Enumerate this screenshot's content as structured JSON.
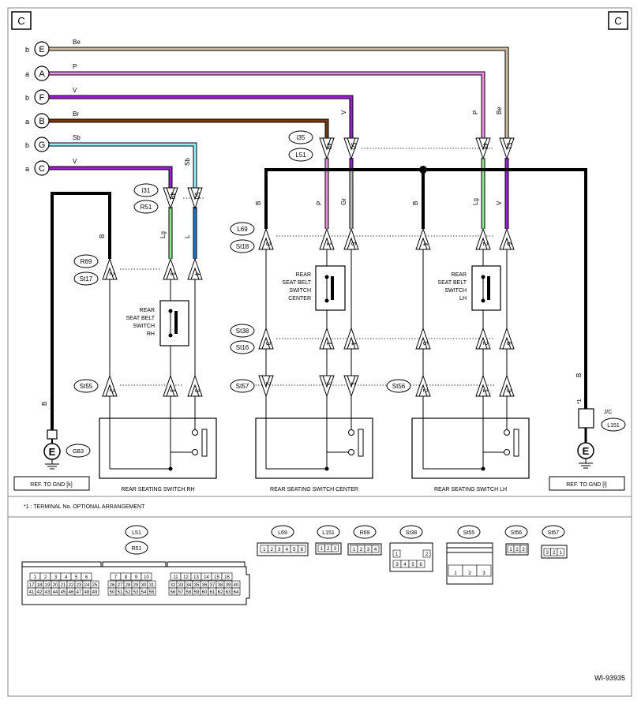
{
  "corner_label": "C",
  "diagram_code": "WI-93935",
  "footnote": "*1  : TERMINAL No. OPTIONAL ARRANGEMENT",
  "ref_left": "REF. TO GND [k]",
  "ref_right": "REF. TO GND [l]",
  "gnd_left": "GB3",
  "gnd_right": "L151",
  "jc_label": "J/C",
  "jc_note": "*1",
  "ground_glyph": "E",
  "colors": {
    "Be": "#d2bea0",
    "P": "#f08ce6",
    "V": "#9b1fd6",
    "Br": "#7a3a10",
    "Sb": "#8ff0f5",
    "Lg": "#8ee88e",
    "L": "#1e78d2",
    "Gr": "#bbbbbb",
    "B": "#000000"
  },
  "inputs": [
    {
      "side": "b",
      "letter": "E",
      "wire": "Be"
    },
    {
      "side": "a",
      "letter": "A",
      "wire": "P"
    },
    {
      "side": "b",
      "letter": "F",
      "wire": "V"
    },
    {
      "side": "a",
      "letter": "B",
      "wire": "Br"
    },
    {
      "side": "b",
      "letter": "G",
      "wire": "Sb"
    },
    {
      "side": "a",
      "letter": "C",
      "wire": "V"
    }
  ],
  "connectors": {
    "i35": "i35",
    "L51": "L51",
    "i31": "i31",
    "R51": "R51",
    "L69": "L69",
    "St18": "St18",
    "R69": "R69",
    "St17": "St17",
    "St38": "St38",
    "St16": "St16",
    "St55": "St55",
    "St57": "St57",
    "St56": "St56"
  },
  "switches": {
    "rh": {
      "label": [
        "REAR",
        "SEAT BELT",
        "SWITCH",
        "RH"
      ],
      "name": "REAR SEATING SWITCH RH"
    },
    "center": {
      "label": [
        "REAR",
        "SEAT BELT",
        "SWITCH",
        "CENTER"
      ],
      "name": "REAR SEATING SWITCH CENTER"
    },
    "lh": {
      "label": [
        "REAR",
        "SEAT BELT",
        "SWITCH",
        "LH"
      ],
      "name": "REAR SEATING SWITCH LH"
    }
  },
  "wire_labels": {
    "be": "Be",
    "p": "P",
    "v": "V",
    "br": "Br",
    "sb": "Sb",
    "b": "B",
    "lg": "Lg",
    "l": "L",
    "gr": "Gr"
  },
  "pins": {
    "top_50": "50",
    "top_49": "49",
    "top_48": "48",
    "top_51": "51",
    "i31_49": "49",
    "i31_50": "50",
    "r69_2": "2",
    "r69_1": "1",
    "r69_4": "4",
    "l69_3": "3",
    "l69_1": "1",
    "l69_5": "5",
    "l69_4": "4",
    "l69_2": "2",
    "l69_6": "6",
    "st38_3": "3",
    "st38_1": "1",
    "st38_4": "4",
    "st38_5": "5",
    "st38_2": "2",
    "st38_6": "6",
    "st55_2": "2",
    "st55_1": "1",
    "st55_3": "3",
    "st57_2": "2",
    "st57_3": "3",
    "st57_1": "1",
    "st56_2": "2",
    "st56_1": "1",
    "st56_3": "3"
  },
  "connector_faces": {
    "L51": "L51",
    "R51": "R51",
    "L69": "L69",
    "L151": "L151",
    "R69": "R69",
    "St38": "St38",
    "St55": "St55",
    "St56": "St56",
    "St57": "St57",
    "l51_row1": [
      "1",
      "2",
      "3",
      "4",
      "5",
      "6",
      "7",
      "8",
      "9",
      "10",
      "11",
      "12",
      "13",
      "14",
      "15",
      "16"
    ],
    "l51_row2": [
      "17",
      "18",
      "19",
      "20",
      "21",
      "22",
      "23",
      "24",
      "25",
      "26",
      "27",
      "28",
      "29",
      "30",
      "31",
      "32",
      "33",
      "34",
      "35",
      "36",
      "37",
      "38",
      "39",
      "40"
    ],
    "l51_row3": [
      "41",
      "42",
      "43",
      "44",
      "45",
      "46",
      "47",
      "48",
      "49",
      "50",
      "51",
      "52",
      "53",
      "54",
      "55",
      "56",
      "57",
      "58",
      "59",
      "60",
      "61",
      "62",
      "63",
      "64"
    ],
    "l69_pins": [
      "1",
      "2",
      "3",
      "4",
      "5",
      "6"
    ],
    "l151_pins": [
      "1",
      "2",
      "3"
    ],
    "r69_pins": [
      "1",
      "2",
      "3",
      "4"
    ],
    "st38_pins": [
      "1",
      "2",
      "3",
      "4",
      "5",
      "6"
    ],
    "st55_pins": [
      "1",
      "2",
      "3"
    ],
    "st56_pins": [
      "1",
      "2",
      "3"
    ],
    "st57_pins": [
      "3",
      "2",
      "1"
    ]
  }
}
